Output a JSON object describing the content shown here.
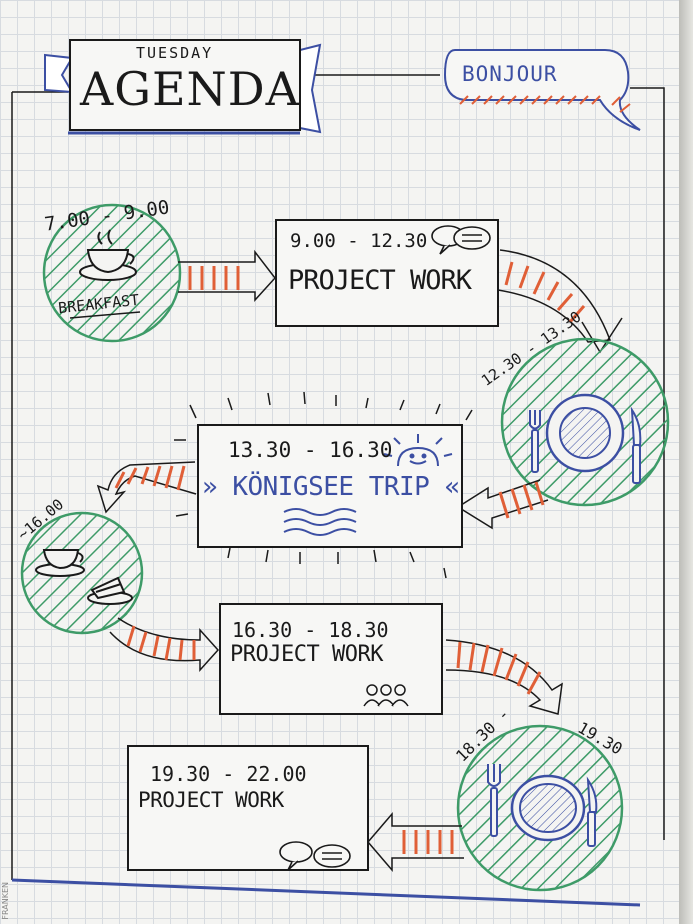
{
  "header": {
    "day": "TUESDAY",
    "title": "AGENDA",
    "greeting": "BONJOUR"
  },
  "schedule": [
    {
      "time": "7.00 - 9.00",
      "label": "BREAKFAST"
    },
    {
      "time": "9.00 - 12.30",
      "label": "PROJECT WORK"
    },
    {
      "time": "12.30 - 13.30",
      "label": ""
    },
    {
      "time": "13.30 - 16.30",
      "label": "KÖNIGSEE TRIP"
    },
    {
      "time": "~16.00",
      "label": ""
    },
    {
      "time": "16.30 - 18.30",
      "label": "PROJECT WORK"
    },
    {
      "time": "18.30 -",
      "time_end": "19.30",
      "label": ""
    },
    {
      "time": "19.30 - 22.00",
      "label": "PROJECT WORK"
    }
  ],
  "footer": {
    "brand": "FRANKEN"
  },
  "colors": {
    "ink": "#1a1a1a",
    "blue": "#3c4fa3",
    "green": "#3e9b68",
    "orange": "#e05f37"
  }
}
